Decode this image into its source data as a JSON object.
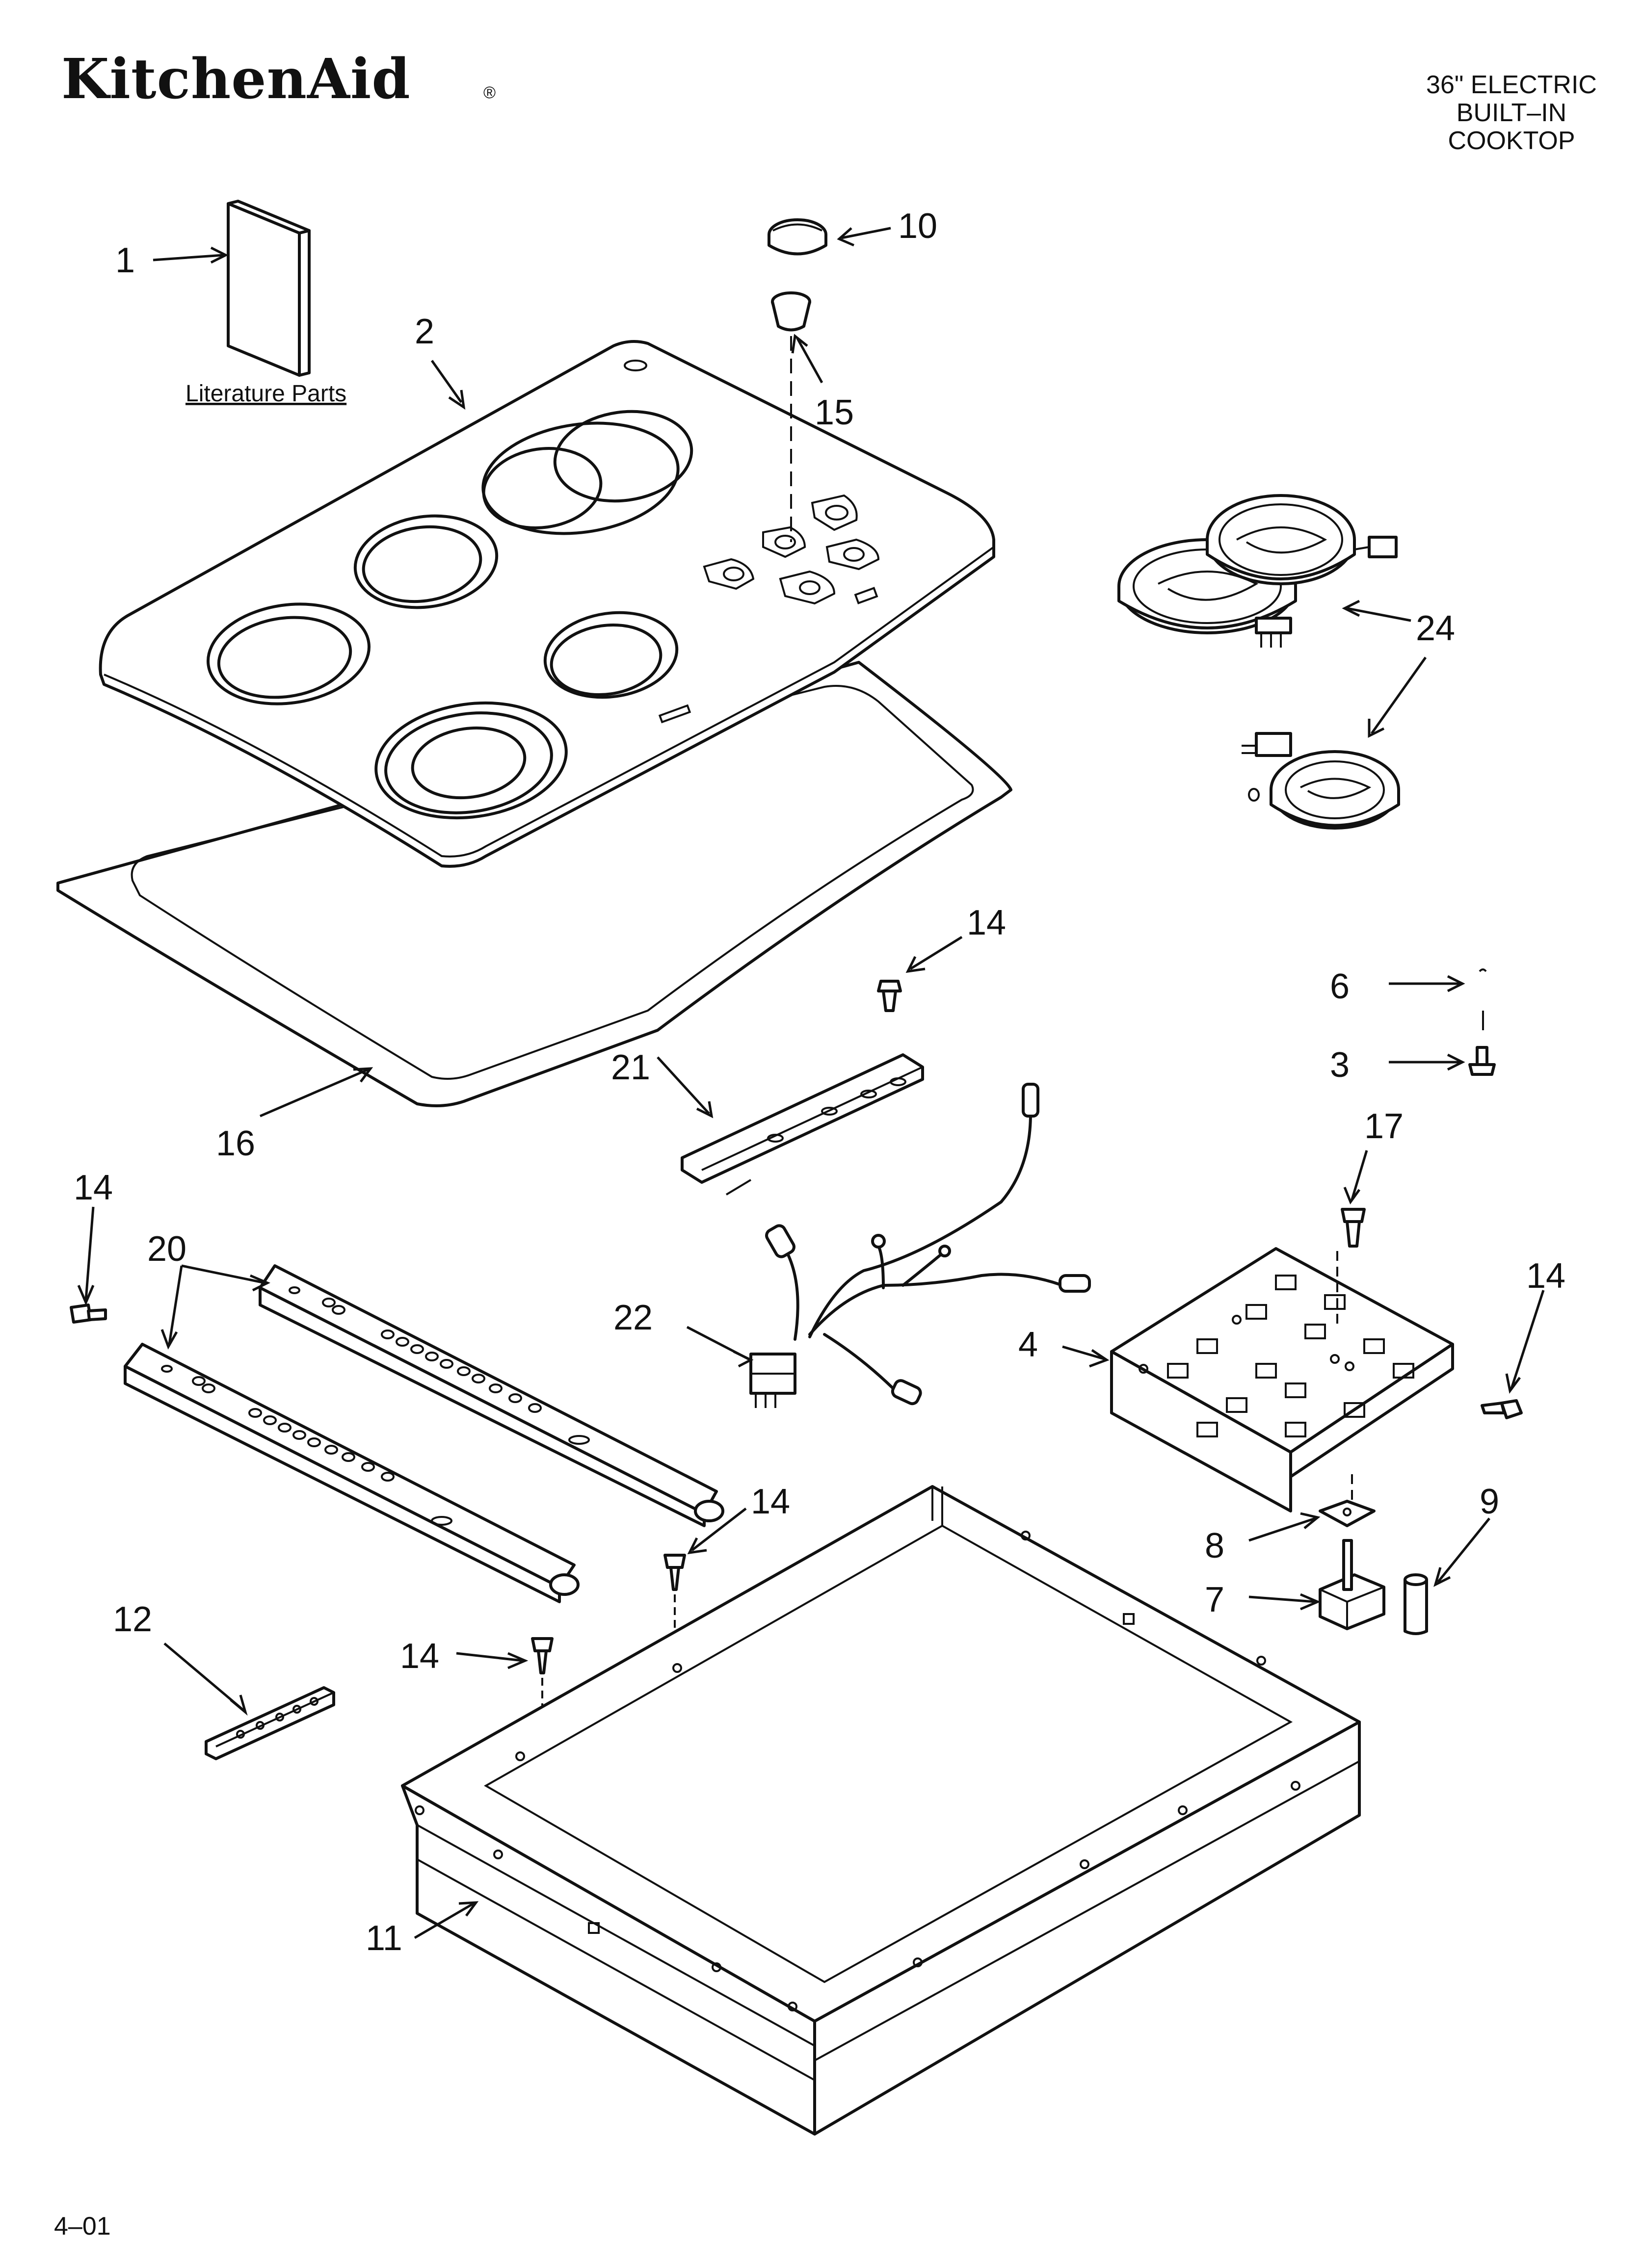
{
  "brand": {
    "name": "KitchenAid",
    "registered_mark": "®"
  },
  "header": {
    "title_lines": [
      "36\" ELECTRIC",
      "BUILT–IN",
      "COOKTOP"
    ]
  },
  "literature_label": "Literature Parts",
  "callouts": [
    {
      "id": "c1",
      "label": "1"
    },
    {
      "id": "c2",
      "label": "2"
    },
    {
      "id": "c10",
      "label": "10"
    },
    {
      "id": "c15",
      "label": "15"
    },
    {
      "id": "c24",
      "label": "24"
    },
    {
      "id": "c14a",
      "label": "14"
    },
    {
      "id": "c6",
      "label": "6"
    },
    {
      "id": "c3",
      "label": "3"
    },
    {
      "id": "c21",
      "label": "21"
    },
    {
      "id": "c16",
      "label": "16"
    },
    {
      "id": "c17",
      "label": "17"
    },
    {
      "id": "c14b",
      "label": "14"
    },
    {
      "id": "c20",
      "label": "20"
    },
    {
      "id": "c14c",
      "label": "14"
    },
    {
      "id": "c22",
      "label": "22"
    },
    {
      "id": "c4",
      "label": "4"
    },
    {
      "id": "c14d",
      "label": "14"
    },
    {
      "id": "c9",
      "label": "9"
    },
    {
      "id": "c8",
      "label": "8"
    },
    {
      "id": "c7",
      "label": "7"
    },
    {
      "id": "c12",
      "label": "12"
    },
    {
      "id": "c14e",
      "label": "14"
    },
    {
      "id": "c11",
      "label": "11"
    }
  ],
  "footer": {
    "page_code": "4–01"
  }
}
